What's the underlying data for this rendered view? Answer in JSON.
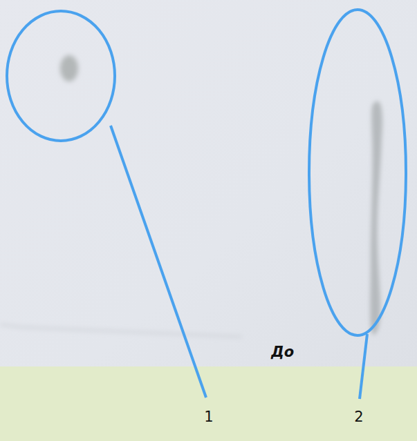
{
  "diagram": {
    "labels": [
      "До",
      "1",
      "2"
    ]
  }
}
